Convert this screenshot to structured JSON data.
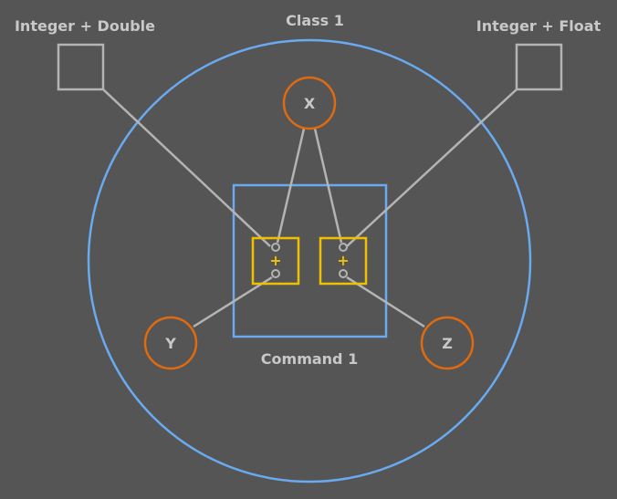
{
  "labels": {
    "class": "Class 1",
    "command": "Command 1",
    "left_type": "Integer + Double",
    "right_type": "Integer + Float"
  },
  "variables": {
    "x": "X",
    "y": "Y",
    "z": "Z"
  },
  "operators": {
    "left": "+",
    "right": "+"
  },
  "colors": {
    "background": "#555555",
    "class_circle": "#6aaaf0",
    "command_box": "#6aaaf0",
    "variable": "#e06a10",
    "operator": "#f0c000",
    "type_box": "#b4b4b4",
    "connector": "#b4b4b4",
    "label": "#c8c8c8"
  }
}
